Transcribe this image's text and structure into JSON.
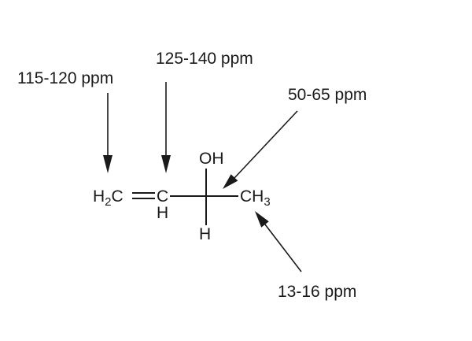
{
  "shift_labels": {
    "h2c": "115-120 ppm",
    "ch": "125-140 ppm",
    "choh": "50-65 ppm",
    "ch3": "13-16 ppm"
  },
  "atoms": {
    "h2_h": "H",
    "h2_sub": "2",
    "h2_c": "C",
    "c2": "C",
    "c2_h": "H",
    "oh": "OH",
    "c3_h": "H",
    "ch3_ch": "CH",
    "ch3_sub": "3"
  }
}
